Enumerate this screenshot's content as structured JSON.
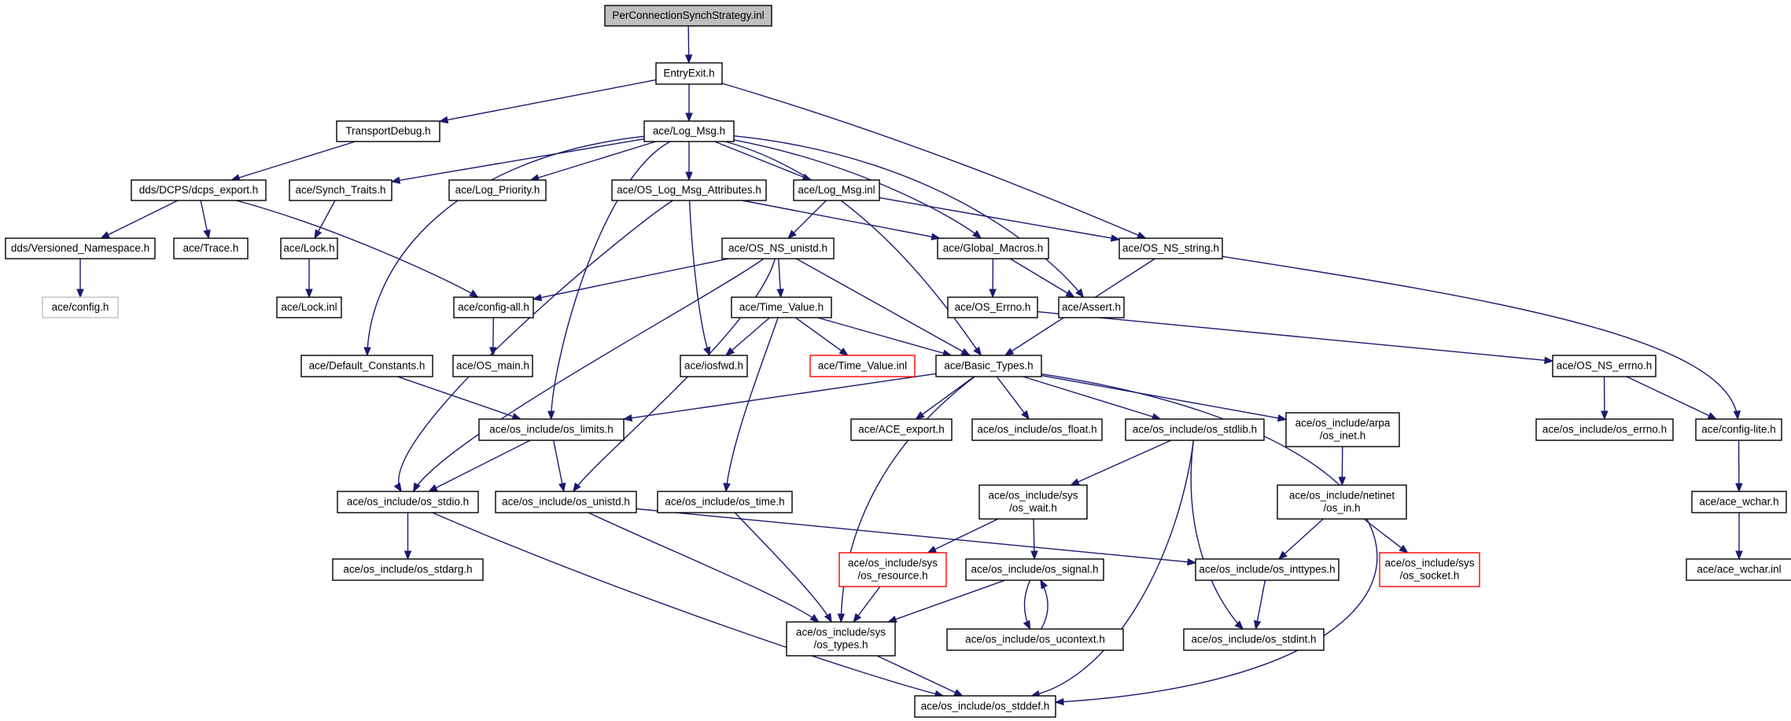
{
  "diagram": {
    "colors": {
      "edge": "#191970",
      "node_border": "#000000",
      "root_fill": "#bfbfbf",
      "missing_border": "#ff0000",
      "undocumented_border": "#bfbfbf",
      "node_fill": "#ffffff"
    },
    "nodes": [
      {
        "id": "n0",
        "lines": [
          "PerConnectionSynchStrategy.inl"
        ],
        "style": "root"
      },
      {
        "id": "n1",
        "lines": [
          "EntryExit.h"
        ],
        "style": "normal"
      },
      {
        "id": "n2",
        "lines": [
          "TransportDebug.h"
        ],
        "style": "normal"
      },
      {
        "id": "n3",
        "lines": [
          "ace/Log_Msg.h"
        ],
        "style": "normal"
      },
      {
        "id": "n4",
        "lines": [
          "dds/DCPS/dcps_export.h"
        ],
        "style": "normal"
      },
      {
        "id": "n5",
        "lines": [
          "ace/Synch_Traits.h"
        ],
        "style": "normal"
      },
      {
        "id": "n6",
        "lines": [
          "ace/Log_Priority.h"
        ],
        "style": "normal"
      },
      {
        "id": "n7",
        "lines": [
          "ace/OS_Log_Msg_Attributes.h"
        ],
        "style": "normal"
      },
      {
        "id": "n8",
        "lines": [
          "ace/Log_Msg.inl"
        ],
        "style": "normal"
      },
      {
        "id": "n9",
        "lines": [
          "dds/Versioned_Namespace.h"
        ],
        "style": "normal"
      },
      {
        "id": "n10",
        "lines": [
          "ace/Trace.h"
        ],
        "style": "normal"
      },
      {
        "id": "n11",
        "lines": [
          "ace/Lock.h"
        ],
        "style": "normal"
      },
      {
        "id": "n12",
        "lines": [
          "ace/OS_NS_unistd.h"
        ],
        "style": "normal"
      },
      {
        "id": "n13",
        "lines": [
          "ace/Global_Macros.h"
        ],
        "style": "normal"
      },
      {
        "id": "n14",
        "lines": [
          "ace/OS_NS_string.h"
        ],
        "style": "normal"
      },
      {
        "id": "n15",
        "lines": [
          "ace/config.h"
        ],
        "style": "undocumented"
      },
      {
        "id": "n16",
        "lines": [
          "ace/Lock.inl"
        ],
        "style": "normal"
      },
      {
        "id": "n17",
        "lines": [
          "ace/config-all.h"
        ],
        "style": "normal"
      },
      {
        "id": "n18",
        "lines": [
          "ace/Time_Value.h"
        ],
        "style": "normal"
      },
      {
        "id": "n19",
        "lines": [
          "ace/OS_Errno.h"
        ],
        "style": "normal"
      },
      {
        "id": "n20",
        "lines": [
          "ace/Assert.h"
        ],
        "style": "normal"
      },
      {
        "id": "n21",
        "lines": [
          "ace/OS_main.h"
        ],
        "style": "normal"
      },
      {
        "id": "n22",
        "lines": [
          "ace/Default_Constants.h"
        ],
        "style": "normal"
      },
      {
        "id": "n23",
        "lines": [
          "ace/iosfwd.h"
        ],
        "style": "normal"
      },
      {
        "id": "n24",
        "lines": [
          "ace/Time_Value.inl"
        ],
        "style": "missing"
      },
      {
        "id": "n25",
        "lines": [
          "ace/Basic_Types.h"
        ],
        "style": "normal"
      },
      {
        "id": "n26",
        "lines": [
          "ace/OS_NS_errno.h"
        ],
        "style": "normal"
      },
      {
        "id": "n27",
        "lines": [
          "ace/os_include/os_limits.h"
        ],
        "style": "normal"
      },
      {
        "id": "n28",
        "lines": [
          "ace/ACE_export.h"
        ],
        "style": "normal"
      },
      {
        "id": "n29",
        "lines": [
          "ace/os_include/os_float.h"
        ],
        "style": "normal"
      },
      {
        "id": "n30",
        "lines": [
          "ace/os_include/os_stdlib.h"
        ],
        "style": "normal"
      },
      {
        "id": "n31",
        "lines": [
          "ace/os_include/arpa",
          "/os_inet.h"
        ],
        "style": "normal"
      },
      {
        "id": "n32",
        "lines": [
          "ace/os_include/os_errno.h"
        ],
        "style": "normal"
      },
      {
        "id": "n33",
        "lines": [
          "ace/config-lite.h"
        ],
        "style": "normal"
      },
      {
        "id": "n34",
        "lines": [
          "ace/os_include/os_stdio.h"
        ],
        "style": "normal"
      },
      {
        "id": "n35",
        "lines": [
          "ace/os_include/os_unistd.h"
        ],
        "style": "normal"
      },
      {
        "id": "n36",
        "lines": [
          "ace/os_include/os_time.h"
        ],
        "style": "normal"
      },
      {
        "id": "n37",
        "lines": [
          "ace/os_include/sys",
          "/os_wait.h"
        ],
        "style": "normal"
      },
      {
        "id": "n38",
        "lines": [
          "ace/os_include/netinet",
          "/os_in.h"
        ],
        "style": "normal"
      },
      {
        "id": "n39",
        "lines": [
          "ace/ace_wchar.h"
        ],
        "style": "normal"
      },
      {
        "id": "n40",
        "lines": [
          "ace/os_include/os_stdarg.h"
        ],
        "style": "normal"
      },
      {
        "id": "n41",
        "lines": [
          "ace/os_include/sys",
          "/os_resource.h"
        ],
        "style": "missing"
      },
      {
        "id": "n42",
        "lines": [
          "ace/os_include/os_signal.h"
        ],
        "style": "normal"
      },
      {
        "id": "n43",
        "lines": [
          "ace/os_include/os_inttypes.h"
        ],
        "style": "normal"
      },
      {
        "id": "n44",
        "lines": [
          "ace/os_include/sys",
          "/os_socket.h"
        ],
        "style": "missing"
      },
      {
        "id": "n45",
        "lines": [
          "ace/ace_wchar.inl"
        ],
        "style": "normal"
      },
      {
        "id": "n46",
        "lines": [
          "ace/os_include/sys",
          "/os_types.h"
        ],
        "style": "normal"
      },
      {
        "id": "n47",
        "lines": [
          "ace/os_include/os_ucontext.h"
        ],
        "style": "normal"
      },
      {
        "id": "n48",
        "lines": [
          "ace/os_include/os_stdint.h"
        ],
        "style": "normal"
      },
      {
        "id": "n49",
        "lines": [
          "ace/os_include/os_stddef.h"
        ],
        "style": "normal"
      }
    ],
    "edges": [
      [
        "n0",
        "n1"
      ],
      [
        "n1",
        "n2"
      ],
      [
        "n1",
        "n3"
      ],
      [
        "n1",
        "n14"
      ],
      [
        "n2",
        "n4"
      ],
      [
        "n3",
        "n5"
      ],
      [
        "n3",
        "n6"
      ],
      [
        "n3",
        "n7"
      ],
      [
        "n3",
        "n8"
      ],
      [
        "n3",
        "n13"
      ],
      [
        "n3",
        "n20"
      ],
      [
        "n3",
        "n22"
      ],
      [
        "n3",
        "n25"
      ],
      [
        "n3",
        "n27"
      ],
      [
        "n4",
        "n9"
      ],
      [
        "n4",
        "n10"
      ],
      [
        "n4",
        "n17"
      ],
      [
        "n5",
        "n11"
      ],
      [
        "n7",
        "n13"
      ],
      [
        "n7",
        "n23"
      ],
      [
        "n7",
        "n34"
      ],
      [
        "n8",
        "n12"
      ],
      [
        "n8",
        "n14"
      ],
      [
        "n9",
        "n15"
      ],
      [
        "n11",
        "n16"
      ],
      [
        "n12",
        "n17"
      ],
      [
        "n12",
        "n18"
      ],
      [
        "n12",
        "n25"
      ],
      [
        "n12",
        "n34"
      ],
      [
        "n12",
        "n35"
      ],
      [
        "n13",
        "n19"
      ],
      [
        "n13",
        "n20"
      ],
      [
        "n14",
        "n25"
      ],
      [
        "n14",
        "n33"
      ],
      [
        "n17",
        "n21"
      ],
      [
        "n18",
        "n23"
      ],
      [
        "n18",
        "n24"
      ],
      [
        "n18",
        "n25"
      ],
      [
        "n18",
        "n36"
      ],
      [
        "n19",
        "n26"
      ],
      [
        "n22",
        "n27"
      ],
      [
        "n25",
        "n27"
      ],
      [
        "n25",
        "n28"
      ],
      [
        "n25",
        "n29"
      ],
      [
        "n25",
        "n30"
      ],
      [
        "n25",
        "n31"
      ],
      [
        "n25",
        "n46"
      ],
      [
        "n25",
        "n49"
      ],
      [
        "n26",
        "n32"
      ],
      [
        "n26",
        "n33"
      ],
      [
        "n27",
        "n34"
      ],
      [
        "n27",
        "n35"
      ],
      [
        "n30",
        "n37"
      ],
      [
        "n30",
        "n48"
      ],
      [
        "n30",
        "n49"
      ],
      [
        "n31",
        "n38"
      ],
      [
        "n33",
        "n39"
      ],
      [
        "n34",
        "n40"
      ],
      [
        "n34",
        "n49"
      ],
      [
        "n35",
        "n43"
      ],
      [
        "n35",
        "n46"
      ],
      [
        "n36",
        "n46"
      ],
      [
        "n37",
        "n41"
      ],
      [
        "n37",
        "n42"
      ],
      [
        "n38",
        "n43"
      ],
      [
        "n38",
        "n44"
      ],
      [
        "n39",
        "n45"
      ],
      [
        "n41",
        "n46"
      ],
      [
        "n42",
        "n46"
      ],
      [
        "n42",
        "n47"
      ],
      [
        "n43",
        "n48"
      ],
      [
        "n46",
        "n49"
      ],
      [
        "n47",
        "n42"
      ]
    ]
  }
}
